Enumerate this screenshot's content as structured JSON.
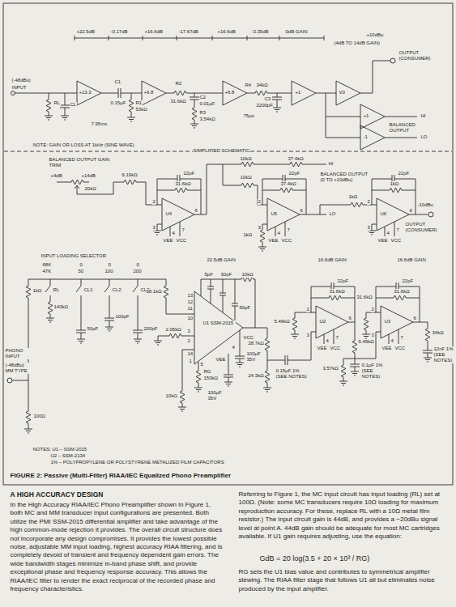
{
  "diagram": {
    "caption": "FIGURE 2: Passive (Multi-Filter) RIAA/IEC Equalized Phono Preamplifier",
    "labels": [
      "+22.5dB",
      "-0.17dB",
      "+16.6dB",
      "-17.67dB",
      "+16.6dB",
      "-3.35dB",
      "0dB GAIN",
      "+10dBu",
      "(4dB TO 14dB GAIN)",
      "OUTPUT (CONSUMER)",
      "(-48dBu)",
      "INPUT",
      "RL",
      "CL",
      "7.95ms",
      "+13.3",
      "C1",
      "0.15µF",
      "R1",
      "53kΩ",
      "+6.8",
      "R2",
      "31.6kΩ",
      "C2",
      "0.01µF",
      "R3",
      "3.54kΩ",
      "+6.8",
      "R4",
      "34kΩ",
      "C3",
      "2200pF",
      "75µs",
      "+1",
      "V0",
      "HI",
      "BALANCED OUTPUT",
      "LO",
      "+1",
      "-1",
      "NOTE: GAIN OR LOSS AT 1kHz (SINE WAVE)",
      "SIMPLIFIED SCHEMATIC",
      "BALANCED OUTPUT GAIN TRIM",
      "+4dB",
      "+14dB",
      "20kΩ",
      "6.19kΩ",
      "31.6kΩ",
      "22pF",
      "U4",
      "2",
      "3",
      "6",
      "4",
      "7",
      "VEE",
      "VCC",
      "10kΩ",
      "10kΩ",
      "37.4kΩ",
      "HI",
      "BALANCED OUTPUT (0 TO +10dBu)",
      "LO",
      "37.4kΩ",
      "22pF",
      "U5",
      "2",
      "3",
      "6",
      "4",
      "7",
      "1kΩ",
      "VEE",
      "VCC",
      "1kΩ",
      "-10dBu",
      "22pF",
      "U6",
      "2",
      "3",
      "6",
      "4",
      "7",
      "1kΩ",
      "OUTPUT (CONSUMER)",
      "VEE",
      "VCC",
      "INPUT LOADING SELECTOR",
      "68K",
      "0",
      "0",
      "0",
      "47K",
      "50",
      "100",
      "200",
      "1kΩ",
      "140kΩ",
      "RL",
      "CL1",
      "CL2",
      "CL3",
      "50pF",
      "100pF",
      "200pF",
      "68.1kΩ",
      "PHONO INPUT",
      "(-48dBu) MM TYPE",
      "100Ω",
      "22.5dB GAIN",
      "5pF",
      "30pF",
      "50pF",
      "10kΩ",
      "U1 SSM-2015",
      "13",
      "12",
      "11",
      "10",
      "3",
      "2",
      "14",
      "1",
      "5",
      "4",
      "2.05kΩ",
      "RG",
      "150kΩ",
      "10kΩ",
      "100µF 35V",
      "100µF 35V",
      "0.15µF 1% (SEE NOTES)",
      "28.7kΩ",
      "24.3kΩ",
      "VCC",
      "VEE",
      "16.6dB GAIN",
      "31.6kΩ",
      "22pF",
      "U2",
      "2",
      "3",
      "6",
      "4",
      "7",
      "5.49kΩ",
      "31.6kΩ",
      "0.1µF 1% (SEE NOTES)",
      "5.49kΩ",
      "3.57kΩ",
      "VEE",
      "VCC",
      "16.6dB GAIN",
      "31.6kΩ",
      "22pF",
      "U3",
      "2",
      "3",
      "6",
      "4",
      "7",
      "34kΩ",
      "12nF 1% (SEE NOTES)",
      "VEE",
      "VCC",
      "NOTES: U1 – SSM-2015",
      "U2 – SSM-2134",
      "1% – POLYPROPYLENE OR POLYSTYRENE METALIZED FILM CAPACITORS",
      "A HIGH ACCURACY DESIGN",
      "In the High Accuracy RIAA/IEC Phono Preamplifier shown in Figure 1, both MC and MM transducer input configurations are presented. Both utilize the PMI SSM-2015 differential amplifier and take advantage of the high common-mode rejection it provides. The overall circuit structure does not incorporate any design compromises. It provides the lowest possible noise, adjustable MM input loading, highest accuracy RIAA filtering, and is completely devoid of transient and frequency dependent gain errors. The wide bandwidth stages minimize in-band phase shift, and provide exceptional phase and frequency response accuracy. This allows the RIAA/IEC filter to render the exact reciprocal of the recorded phase and frequency characteristics.",
      "Referring to Figure 1, the MC input circuit has input loading (RL) set at 100Ω. (Note: some MC transducers require 10Ω loading for maximum reproduction accuracy. For these, replace RL with a 10Ω metal film resistor.) The input circuit gain is 44dB, and provides a −20dBu signal level at point A. 44dB gain should be adequate for most MC cartridges available. If U1 gain requires adjusting, use the equation:",
      "GdB = 20 log(3.5 + 20 × 10³ / RG)",
      "RG sets the U1 bias value and contributes to symmetrical amplifier slewing. The RIAA filter stage that follows U1 all but eliminates noise produced by the input amplifier."
    ]
  }
}
